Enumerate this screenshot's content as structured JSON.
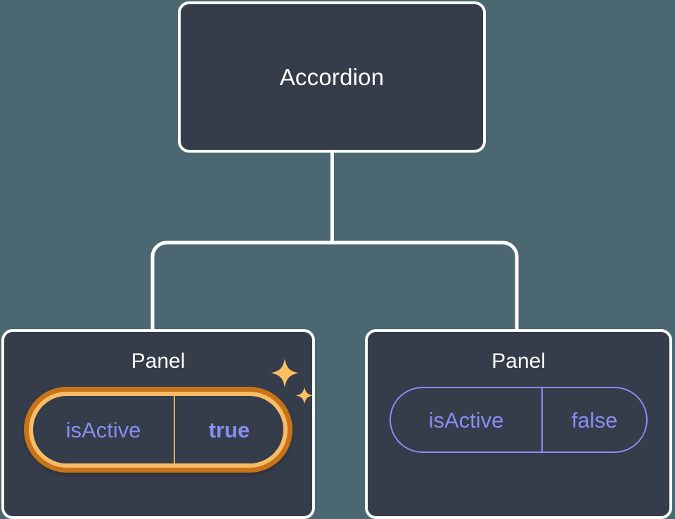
{
  "canvas": {
    "background_color": "#4b6771",
    "card_fill_color": "#353c4a",
    "card_border_color": "#ffffff",
    "connector_color": "#ffffff",
    "accent_prop_color": "#8a8df2",
    "highlight_outer_color": "#c87318",
    "highlight_inner_color": "#f7bd66",
    "sparkle_color": "#fbbf62"
  },
  "tree": {
    "root": {
      "title": "Accordion"
    },
    "children": [
      {
        "title": "Panel",
        "highlighted": true,
        "prop": {
          "key": "isActive",
          "value": "true"
        },
        "sparkle_icons": [
          "sparkle-large-icon",
          "sparkle-small-icon"
        ]
      },
      {
        "title": "Panel",
        "highlighted": false,
        "prop": {
          "key": "isActive",
          "value": "false"
        }
      }
    ]
  }
}
